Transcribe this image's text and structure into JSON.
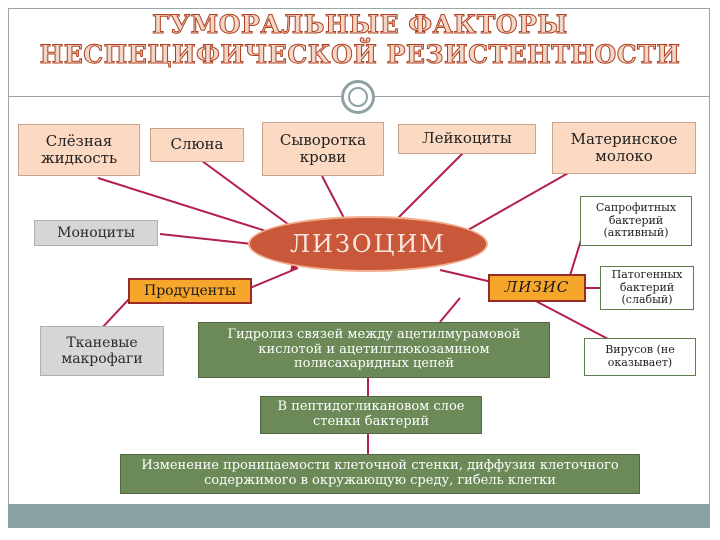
{
  "title": {
    "line1": "ГУМОРАЛЬНЫЕ ФАКТОРЫ",
    "line2": "НЕСПЕЦИФИЧЕСКОЙ РЕЗИСТЕНТНОСТИ"
  },
  "center": "ЛИЗОЦИМ",
  "sources": {
    "tears": "Слёзная жидкость",
    "saliva": "Слюна",
    "serum": "Сыворотка крови",
    "leukocytes": "Лейкоциты",
    "milk": "Материнское молоко"
  },
  "monocytes": "Моноциты",
  "producers": "Продуценты",
  "macrophages": "Тканевые макрофаги",
  "lysis": "ЛИЗИС",
  "targets": {
    "saprophytes": "Сапрофитных бактерий (активный)",
    "pathogens": "Патогенных бактерий (слабый)",
    "viruses": "Вирусов (не оказывает)"
  },
  "mechanism": {
    "hydrolysis": "Гидролиз связей между ацетилмурамовой кислотой и ацетилглюкозамином полисахаридных цепей",
    "peptidoglycan": "В пептидогликановом слое стенки бактерий",
    "result": "Изменение проницаемости клеточной стенки, диффузия клеточного содержимого в окружающую среду, гибель клетки"
  },
  "colors": {
    "line": "#b3204a",
    "peach_box": "#fbd9c3",
    "green_box": "#6b8a57",
    "center_fill": "#c9573a",
    "producers_fill": "#f5a62b"
  }
}
